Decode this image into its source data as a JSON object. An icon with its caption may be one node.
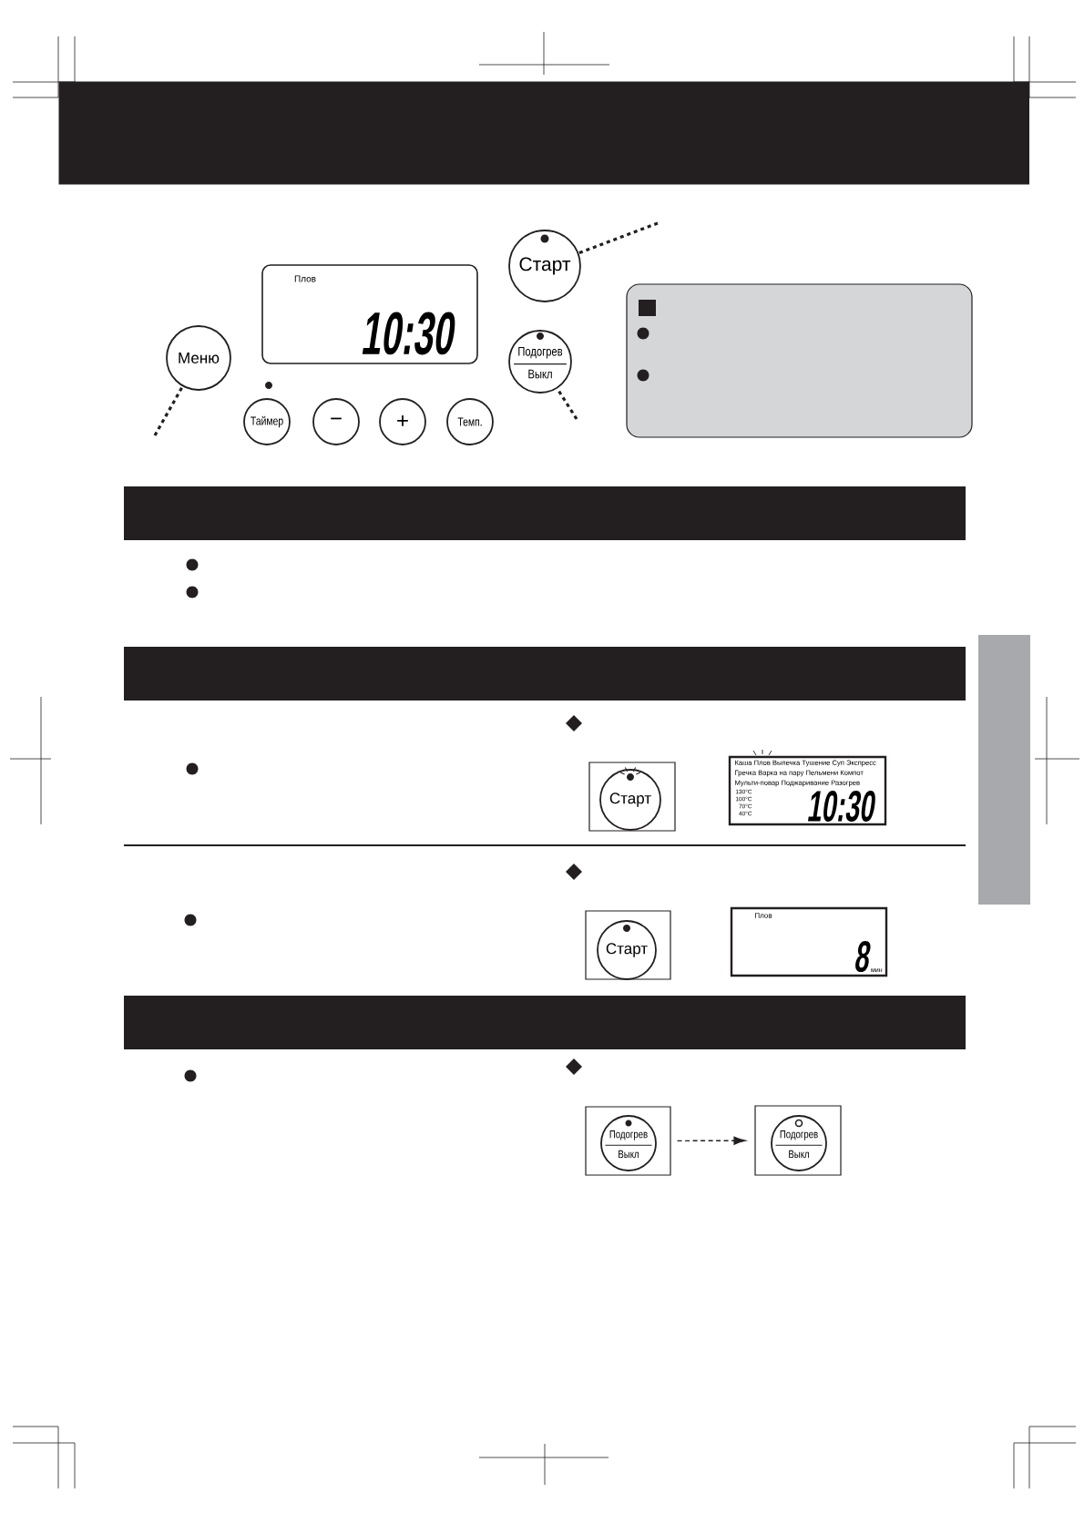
{
  "diagram": {
    "nodes": [
      {
        "text": [],
        "shape": "bar"
      },
      {
        "text": [
          "Плов",
          "10:30"
        ]
      },
      {
        "text": [
          "Старт"
        ]
      },
      {
        "text": [
          "Меню"
        ]
      },
      {
        "text": [
          "Подогрев",
          "Выкл"
        ]
      },
      {
        "text": [
          "Таймер"
        ]
      },
      {
        "text": [
          "−"
        ]
      },
      {
        "text": [
          "+"
        ]
      },
      {
        "text": [
          "Темп."
        ]
      },
      {
        "text": [],
        "shape": "bar"
      },
      {
        "text": [],
        "shape": "bar"
      },
      {
        "text": [],
        "shape": "bar"
      },
      {
        "text": [],
        "shape": "box"
      },
      {
        "text": [
          "Старт"
        ],
        "in": 12
      },
      {
        "text": [
          "Каша Плов Выпечка Тушение Суп Экспресс",
          "Гречка Варка на пару Пельмени Компот",
          "Мульти-повар Поджаривание Разогрев",
          "130°C",
          "100°C",
          "70°C",
          "40°C",
          "10:30"
        ]
      },
      {
        "text": [],
        "shape": "box"
      },
      {
        "text": [
          "Старт"
        ],
        "in": 15
      },
      {
        "text": [
          "Плов",
          "8",
          "мин"
        ]
      },
      {
        "text": [],
        "shape": "bar"
      },
      {
        "text": [],
        "shape": "box"
      },
      {
        "text": [
          "Подогрев",
          "Выкл"
        ],
        "in": 19
      },
      {
        "text": [],
        "shape": "box"
      },
      {
        "text": [
          "Подогрев",
          "Выкл"
        ],
        "in": 21
      }
    ],
    "edges": [
      {
        "from": null,
        "to": 3,
        "arrow": "none",
        "style": "dashed"
      },
      {
        "from": null,
        "to": 2,
        "arrow": "none",
        "style": "dashed"
      },
      {
        "from": null,
        "to": 4,
        "arrow": "none",
        "style": "dashed"
      },
      {
        "from": 19,
        "to": 21,
        "arrow": "to",
        "style": "dashed"
      }
    ]
  }
}
